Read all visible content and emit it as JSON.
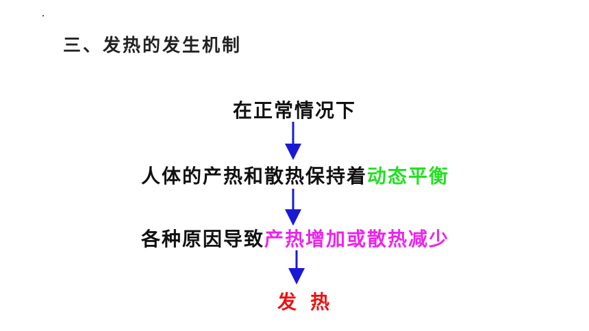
{
  "heading": "三、发热的发生机制",
  "flow": {
    "step1": "在正常情况下",
    "step2_prefix": "人体的产热和散热保持着",
    "step2_highlight": "动态平衡",
    "step3_prefix": "各种原因导致",
    "step3_highlight": "产热增加或散热减少",
    "result": "发热"
  },
  "colors": {
    "text": "#111111",
    "arrow": "#1a1ad6",
    "green_highlight": "#22e022",
    "magenta_highlight": "#ee22ee",
    "result": "#ee1111"
  }
}
